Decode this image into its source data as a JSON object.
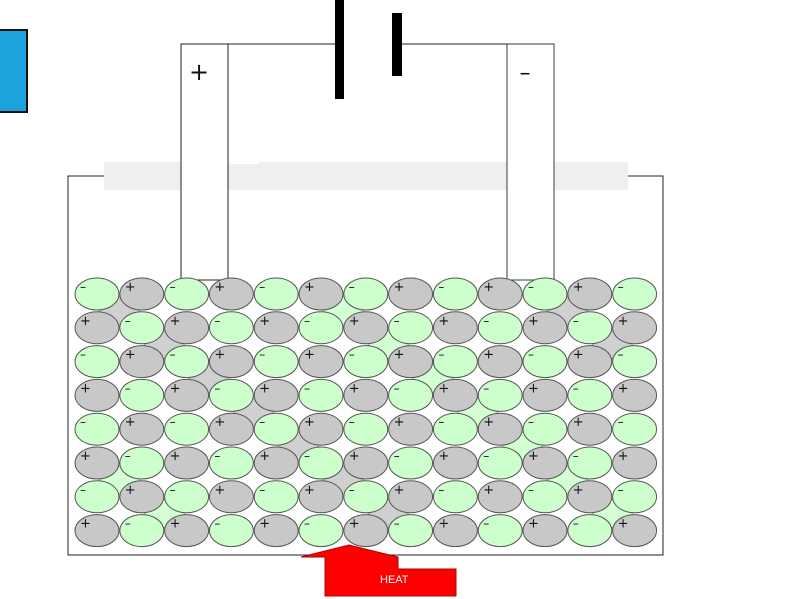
{
  "battery": {
    "positive_label": "+",
    "negative_label": "–"
  },
  "heat": {
    "label": "HEAT",
    "color": "#ff0000"
  },
  "ions": {
    "positive_sign": "+",
    "negative_sign": "–",
    "anion_color": "#c8c8c8",
    "cation_color": "#ccffcc",
    "columns": 13,
    "rows": 8
  },
  "colors": {
    "tab": "#1aa3dc",
    "outline": "#222222"
  }
}
